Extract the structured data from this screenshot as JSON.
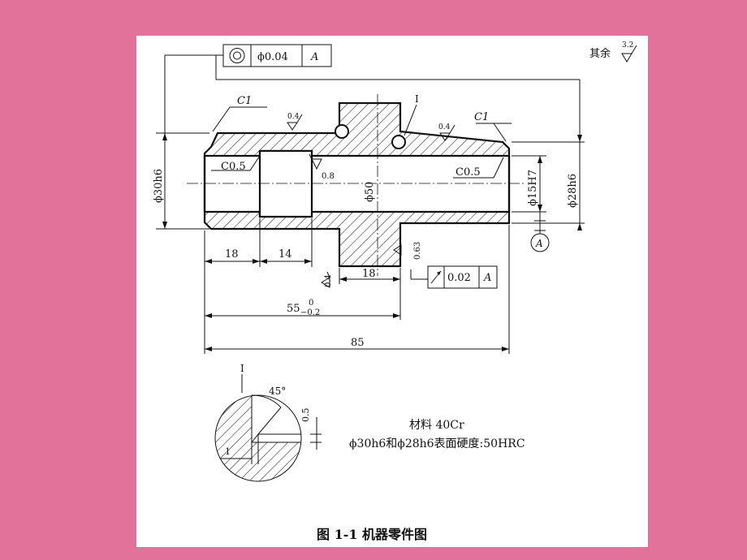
{
  "colors": {
    "slide_background": "#e27299",
    "sheet": "#ffffff",
    "ink": "#111111"
  },
  "labels": {
    "other_surfaces": "其余",
    "other_roughness": "3.2",
    "concentricity_tol": "ϕ0.04",
    "datum_a": "A",
    "chamfer_left": "C1",
    "chamfer_right": "C1",
    "roughness_left": "0.4",
    "roughness_right": "0.4",
    "detail_mark": "I",
    "inner_chamfer_left": "C0.5",
    "inner_chamfer_right": "C0.5",
    "roughness_bore": "0.8",
    "dia_50": "ϕ50",
    "dia_30h6": "ϕ30h6",
    "dia_15H7": "ϕ15H7",
    "dia_28h6": "ϕ28h6",
    "roughness_flange_right": "0.63",
    "roughness_flange_left": "0.4",
    "dim_18_left": "18",
    "dim_14": "14",
    "dim_18_flange": "18",
    "runout_tol": "0.02",
    "dim_55": "55",
    "dim_55_upper": "0",
    "dim_55_lower": "−0.2",
    "dim_85": "85",
    "detail_label": "I",
    "detail_angle": "45°",
    "detail_depth": "0.5",
    "detail_width": "1",
    "material": "材料 40Cr",
    "hardness": "ϕ30h6和ϕ28h6表面硬度:50HRC",
    "caption": "图 1-1    机器零件图"
  }
}
